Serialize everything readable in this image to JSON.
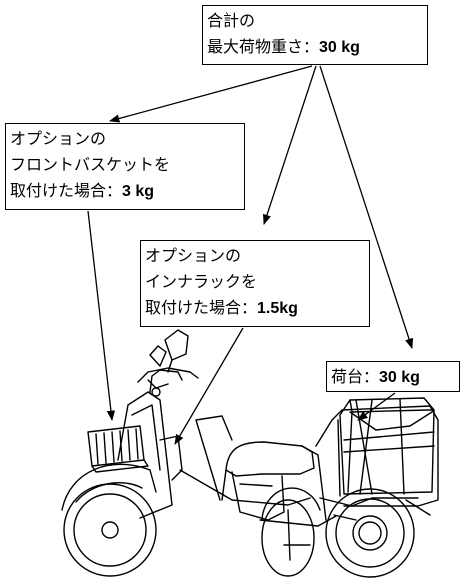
{
  "labels": {
    "total": {
      "line1": "合計の",
      "line2": "最大荷物重さ：",
      "value": "30 kg"
    },
    "front_basket": {
      "line1": "オプションの",
      "line2": "フロントバスケットを",
      "line3": "取付けた場合：",
      "value": "3 kg"
    },
    "inner_rack": {
      "line1": "オプションの",
      "line2": "インナラックを",
      "line3": "取付けた場合：",
      "value": "1.5kg"
    },
    "rear_carrier": {
      "line1": "荷台：",
      "value": "30 kg"
    }
  }
}
